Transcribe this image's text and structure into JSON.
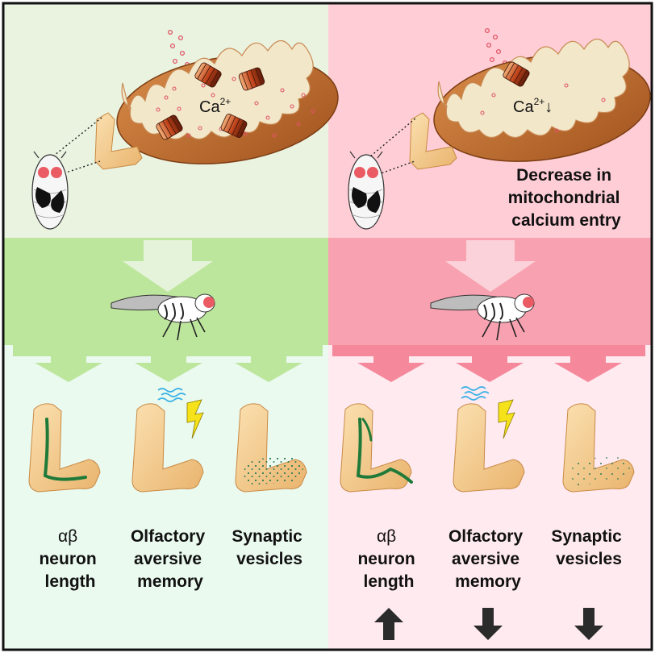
{
  "calcium_label": "Ca",
  "calcium_superscript": "2+",
  "decrease_arrow_glyph": "↓",
  "right_panel_caption": [
    "Decrease in",
    "mitochondrial",
    "calcium entry"
  ],
  "phenotypes": {
    "left": [
      {
        "lines": [
          "αβ",
          "neuron",
          "length"
        ]
      },
      {
        "lines": [
          "Olfactory",
          "aversive",
          "memory"
        ]
      },
      {
        "lines": [
          "Synaptic",
          "vesicles"
        ]
      }
    ],
    "right": [
      {
        "lines": [
          "αβ",
          "neuron",
          "length"
        ],
        "change": "up"
      },
      {
        "lines": [
          "Olfactory",
          "aversive",
          "memory"
        ],
        "change": "down"
      },
      {
        "lines": [
          "Synaptic",
          "vesicles"
        ],
        "change": "down"
      }
    ]
  },
  "colors": {
    "left_top_bg": "#eaf3e0",
    "left_band_bg": "#bde69d",
    "left_bottom_bg": "#eafaef",
    "right_top_bg": "#ffcdd6",
    "right_band_bg": "#f8a1b0",
    "right_bottom_bg": "#ffeaf0",
    "left_arrow": "#bde69d",
    "right_arrow": "#f5899b",
    "mushroom_body": "#f3c98b",
    "neuron_trace": "#1f7a3a",
    "lightning": "#f5e21a",
    "odor": "#39b0e6",
    "change_arrow": "#2b2b2b"
  }
}
